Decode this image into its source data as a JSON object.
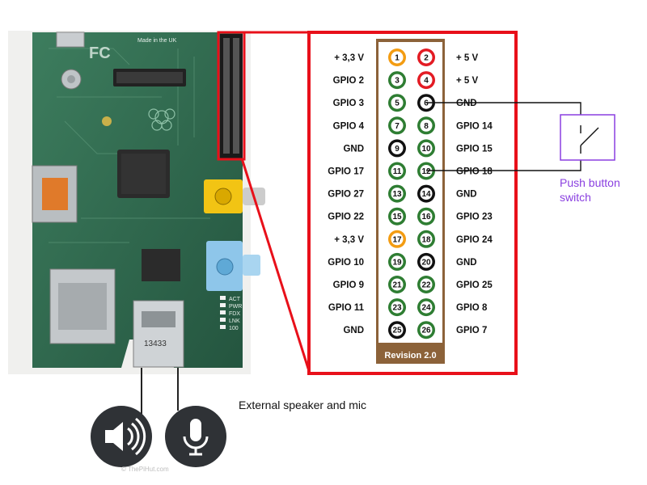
{
  "board": {
    "board_marking": "Made in the UK",
    "usb_marking": "13433",
    "leds": [
      "ACT",
      "PWR",
      "FDX",
      "LNK",
      "100"
    ],
    "watermark": "© ThePiHut.com"
  },
  "header": {
    "revision": "Revision 2.0",
    "left_labels": [
      "+ 3,3 V",
      "GPIO 2",
      "GPIO 3",
      "GPIO 4",
      "GND",
      "GPIO 17",
      "GPIO 27",
      "GPIO 22",
      "+ 3,3 V",
      "GPIO 10",
      "GPIO 9",
      "GPIO 11",
      "GND"
    ],
    "right_labels": [
      "+ 5 V",
      "+ 5 V",
      "GND",
      "GPIO 14",
      "GPIO 15",
      "GPIO 18",
      "GND",
      "GPIO 23",
      "GPIO 24",
      "GND",
      "GPIO 25",
      "GPIO 8",
      "GPIO 7"
    ],
    "pins": [
      {
        "n": "1",
        "kind": "v33"
      },
      {
        "n": "2",
        "kind": "v5"
      },
      {
        "n": "3",
        "kind": "gpio"
      },
      {
        "n": "4",
        "kind": "v5"
      },
      {
        "n": "5",
        "kind": "gpio"
      },
      {
        "n": "6",
        "kind": "gnd"
      },
      {
        "n": "7",
        "kind": "gpio"
      },
      {
        "n": "8",
        "kind": "gpio"
      },
      {
        "n": "9",
        "kind": "gnd"
      },
      {
        "n": "10",
        "kind": "gpio"
      },
      {
        "n": "11",
        "kind": "gpio"
      },
      {
        "n": "12",
        "kind": "gpio"
      },
      {
        "n": "13",
        "kind": "gpio"
      },
      {
        "n": "14",
        "kind": "gnd"
      },
      {
        "n": "15",
        "kind": "gpio"
      },
      {
        "n": "16",
        "kind": "gpio"
      },
      {
        "n": "17",
        "kind": "v33"
      },
      {
        "n": "18",
        "kind": "gpio"
      },
      {
        "n": "19",
        "kind": "gpio"
      },
      {
        "n": "20",
        "kind": "gnd"
      },
      {
        "n": "21",
        "kind": "gpio"
      },
      {
        "n": "22",
        "kind": "gpio"
      },
      {
        "n": "23",
        "kind": "gpio"
      },
      {
        "n": "24",
        "kind": "gpio"
      },
      {
        "n": "25",
        "kind": "gnd"
      },
      {
        "n": "26",
        "kind": "gpio"
      }
    ],
    "pin_colors": {
      "v33": "#f39c12",
      "v5": "#e31b23",
      "gpio": "#2e7d32",
      "gnd": "#111111"
    }
  },
  "switch_label": "Push button switch",
  "speaker_caption": "External speaker and mic",
  "colors": {
    "highlight": "#e8101a",
    "switch": "#8a3fe0",
    "header_bg": "#8c6239",
    "board": "#2f6b4f"
  },
  "icons": [
    "speaker-icon",
    "microphone-icon"
  ]
}
